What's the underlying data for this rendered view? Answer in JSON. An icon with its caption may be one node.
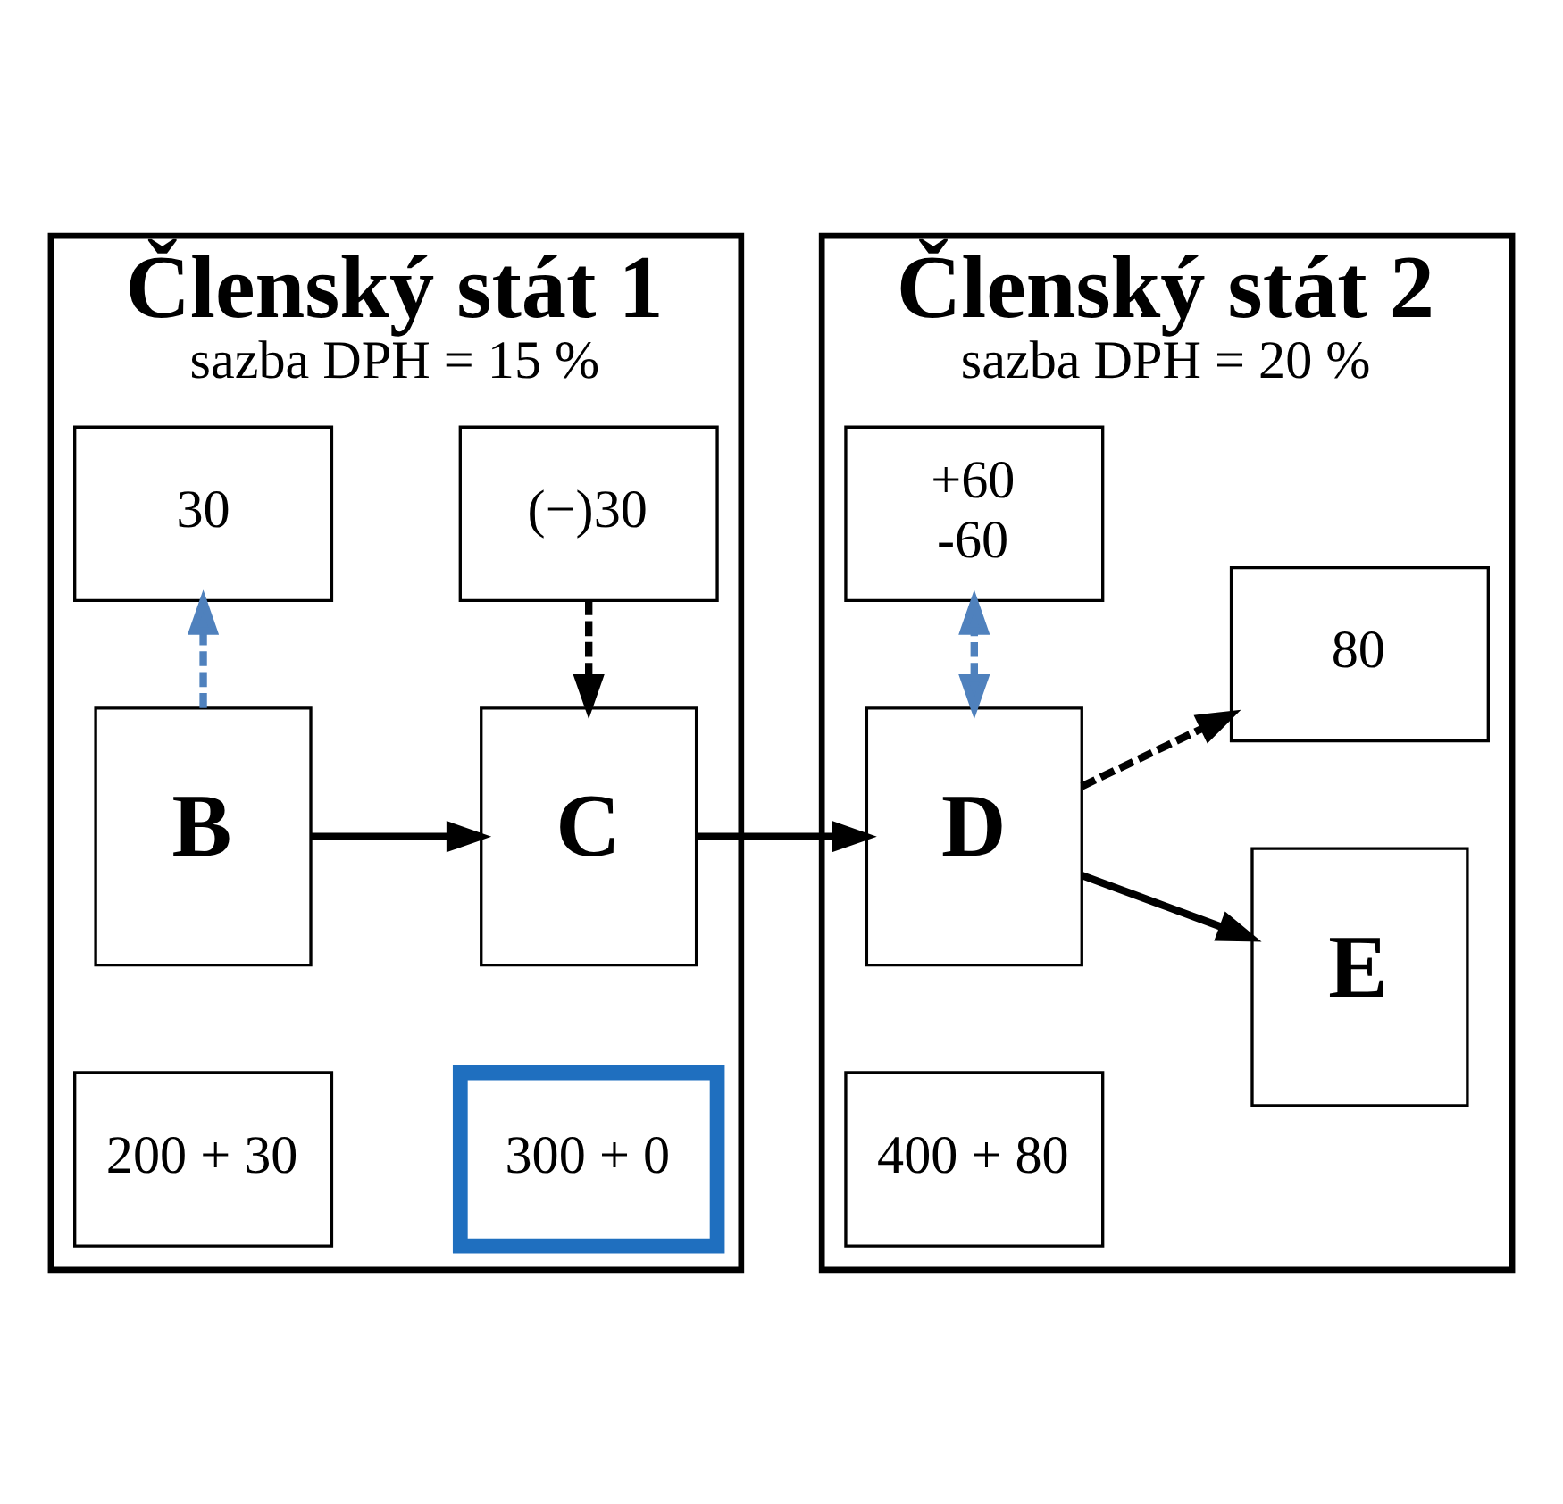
{
  "diagram": {
    "nodes": [
      {
        "text": [
          "Členský stát 1",
          "sazba DPH = 15 %"
        ]
      },
      {
        "text": [
          "200 + 30"
        ],
        "in": 0
      },
      {
        "text": [
          "300 + 0"
        ],
        "in": 0
      },
      {
        "text": [
          "B"
        ],
        "in": 0
      },
      {
        "text": [
          "C"
        ],
        "in": 0
      },
      {
        "text": [
          "30"
        ],
        "in": 0
      },
      {
        "text": [
          "(−)30"
        ],
        "in": 0
      },
      {
        "text": [
          "Členský stát 2",
          "sazba DPH = 20 %"
        ]
      },
      {
        "text": [
          "400 + 80"
        ],
        "in": 7
      },
      {
        "text": [
          "D"
        ],
        "in": 7
      },
      {
        "text": [
          "E"
        ],
        "in": 7
      },
      {
        "text": [
          "+60",
          "-60"
        ],
        "in": 7
      },
      {
        "text": [
          "80"
        ],
        "in": 7
      }
    ],
    "edges": [
      {
        "from": 3,
        "to": 4,
        "arrow": "to"
      },
      {
        "from": 4,
        "to": 9,
        "arrow": "to"
      },
      {
        "from": 9,
        "to": 10,
        "arrow": "to"
      },
      {
        "from": 3,
        "to": 5,
        "arrow": "to",
        "style": "dashed",
        "color": "#4f81bd"
      },
      {
        "from": 6,
        "to": 4,
        "arrow": "to",
        "style": "dashed"
      },
      {
        "from": 9,
        "to": 11,
        "arrow": "both",
        "style": "dashed",
        "color": "#4f81bd"
      },
      {
        "from": 9,
        "to": 12,
        "arrow": "to",
        "style": "dashed"
      }
    ]
  }
}
